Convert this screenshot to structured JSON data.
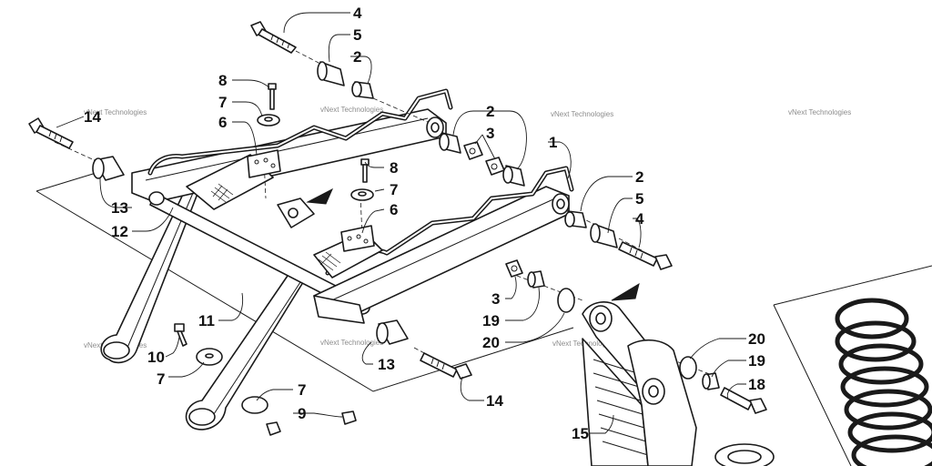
{
  "diagram": {
    "callouts": {
      "c4a": "4",
      "c5a": "5",
      "c2a": "2",
      "c8a": "8",
      "c7a": "7",
      "c6a": "6",
      "c14a": "14",
      "c13a": "13",
      "c12": "12",
      "c2b": "2",
      "c3a": "3",
      "c1": "1",
      "c8b": "8",
      "c7b": "7",
      "c6b": "6",
      "c2c": "2",
      "c5b": "5",
      "c4b": "4",
      "c11": "11",
      "c10": "10",
      "c7c": "7",
      "c7d": "7",
      "c9": "9",
      "c13b": "13",
      "c14b": "14",
      "c3b": "3",
      "c19a": "19",
      "c20a": "20",
      "c20b": "20",
      "c19b": "19",
      "c18": "18",
      "c15": "15"
    },
    "watermarks": [
      "vNext Technologies",
      "vNext Technologies",
      "vNext Technologies",
      "vNext Technologies",
      "vNext Technologies",
      "vNext Technologies",
      "vNext Technologies"
    ]
  }
}
